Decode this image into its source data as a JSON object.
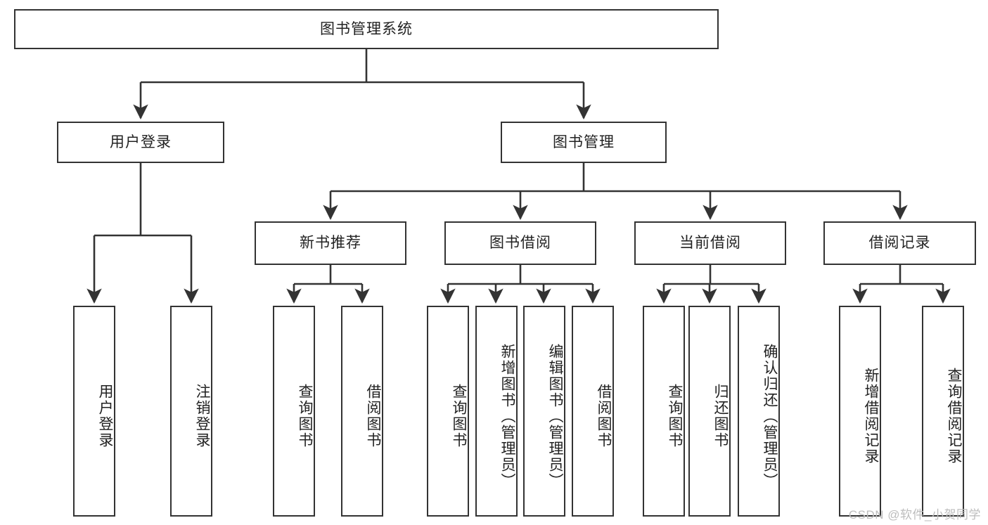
{
  "diagram": {
    "title": "图书管理系统",
    "watermark": "CSDN @软件_小贺同学",
    "stroke_color": "#333333",
    "background_color": "#ffffff",
    "text_color": "#222222",
    "watermark_color": "#bdbdbd"
  },
  "nodes": {
    "root": {
      "label": "图书管理系统"
    },
    "level1": [
      {
        "id": "user-login",
        "label": "用户登录"
      },
      {
        "id": "book-manage",
        "label": "图书管理"
      }
    ],
    "level2": [
      {
        "id": "new-book-recommend",
        "label": "新书推荐"
      },
      {
        "id": "book-borrow",
        "label": "图书借阅"
      },
      {
        "id": "current-borrow",
        "label": "当前借阅"
      },
      {
        "id": "borrow-record",
        "label": "借阅记录"
      }
    ],
    "leaves": {
      "user_login": [
        {
          "id": "leaf-user-login",
          "label": "用户登录"
        },
        {
          "id": "leaf-logout-login",
          "label": "注销登录"
        }
      ],
      "new_book_recommend": [
        {
          "id": "leaf-query-book-1",
          "label": "查询图书"
        },
        {
          "id": "leaf-borrow-book-1",
          "label": "借阅图书"
        }
      ],
      "book_borrow": [
        {
          "id": "leaf-query-book-2",
          "label": "查询图书"
        },
        {
          "id": "leaf-add-book",
          "label": "新增图书（管理员）"
        },
        {
          "id": "leaf-edit-book",
          "label": "编辑图书（管理员）"
        },
        {
          "id": "leaf-borrow-book-2",
          "label": "借阅图书"
        }
      ],
      "current_borrow": [
        {
          "id": "leaf-query-book-3",
          "label": "查询图书"
        },
        {
          "id": "leaf-return-book",
          "label": "归还图书"
        },
        {
          "id": "leaf-confirm-return",
          "label": "确认归还（管理员）"
        }
      ],
      "borrow_record": [
        {
          "id": "leaf-add-record",
          "label": "新增借阅记录"
        },
        {
          "id": "leaf-query-record",
          "label": "查询借阅记录"
        }
      ]
    }
  }
}
